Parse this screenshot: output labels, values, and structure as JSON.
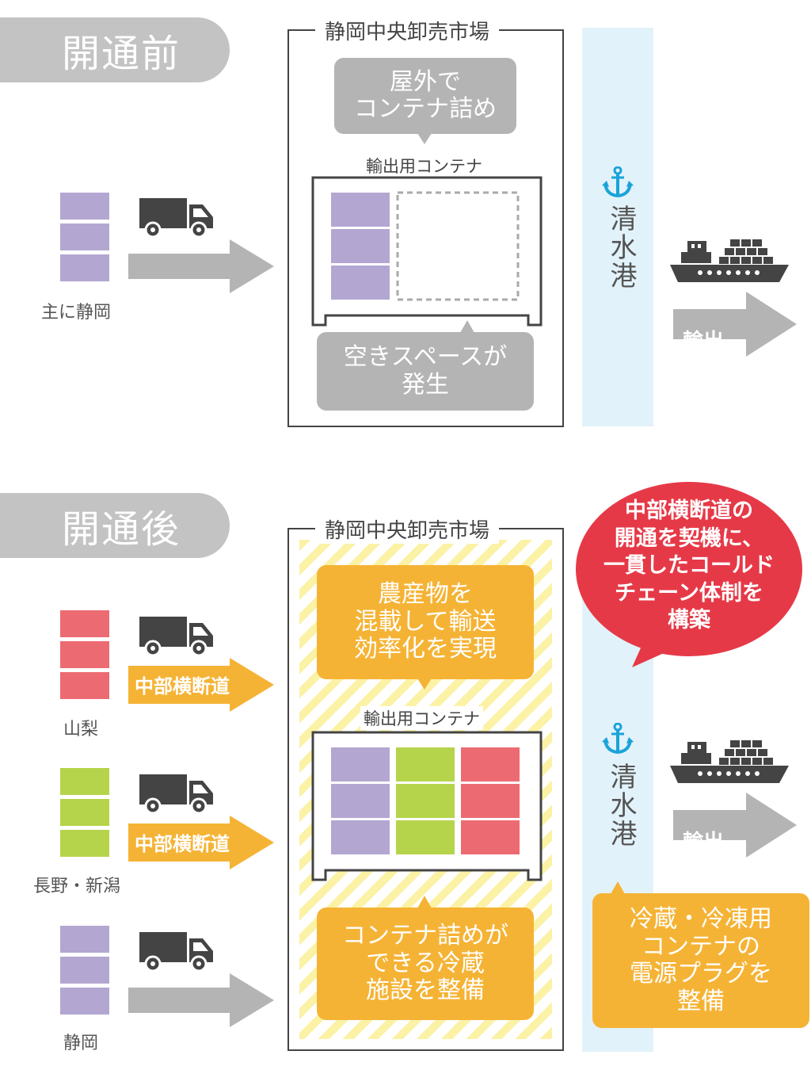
{
  "before": {
    "tab_label": "開通前",
    "origin_label": "主に静岡",
    "market_title": "静岡中央卸売市場",
    "bubble_top": [
      "屋外で",
      "コンテナ詰め"
    ],
    "container_label": "輸出用コンテナ",
    "bubble_bottom": [
      "空きスペースが",
      "発生"
    ],
    "port_name": "清水港",
    "export_label": "輸出"
  },
  "after": {
    "tab_label": "開通後",
    "origins": [
      {
        "label": "山梨",
        "route": "中部横断道"
      },
      {
        "label": "長野・新潟",
        "route": "中部横断道"
      },
      {
        "label": "静岡"
      }
    ],
    "market_title": "静岡中央卸売市場",
    "bubble_top": [
      "農産物を",
      "混載して輸送",
      "効率化を実現"
    ],
    "container_label": "輸出用コンテナ",
    "bubble_bottom": [
      "コンテナ詰めが",
      "できる冷蔵",
      "施設を整備"
    ],
    "port_name": "清水港",
    "export_label": "輸出",
    "callout": [
      "中部横断道の",
      "開通を契機に、",
      "一貫したコールド",
      "チェーン体制を",
      "構築"
    ],
    "port_note": [
      "冷蔵・冷凍用",
      "コンテナの",
      "電源プラグを",
      "整備"
    ]
  },
  "colors": {
    "shizuoka": "#b3a7d1",
    "yamanashi": "#ec6b72",
    "nagano": "#b5d44b",
    "orange": "#f5b335",
    "gray": "#b4b4b4",
    "red": "#e63947",
    "port": "#e2f2fa",
    "anchor": "#1aa3d9"
  },
  "icons": [
    "truck-icon",
    "anchor-icon",
    "cargo-ship-icon",
    "arrow-right-icon"
  ]
}
